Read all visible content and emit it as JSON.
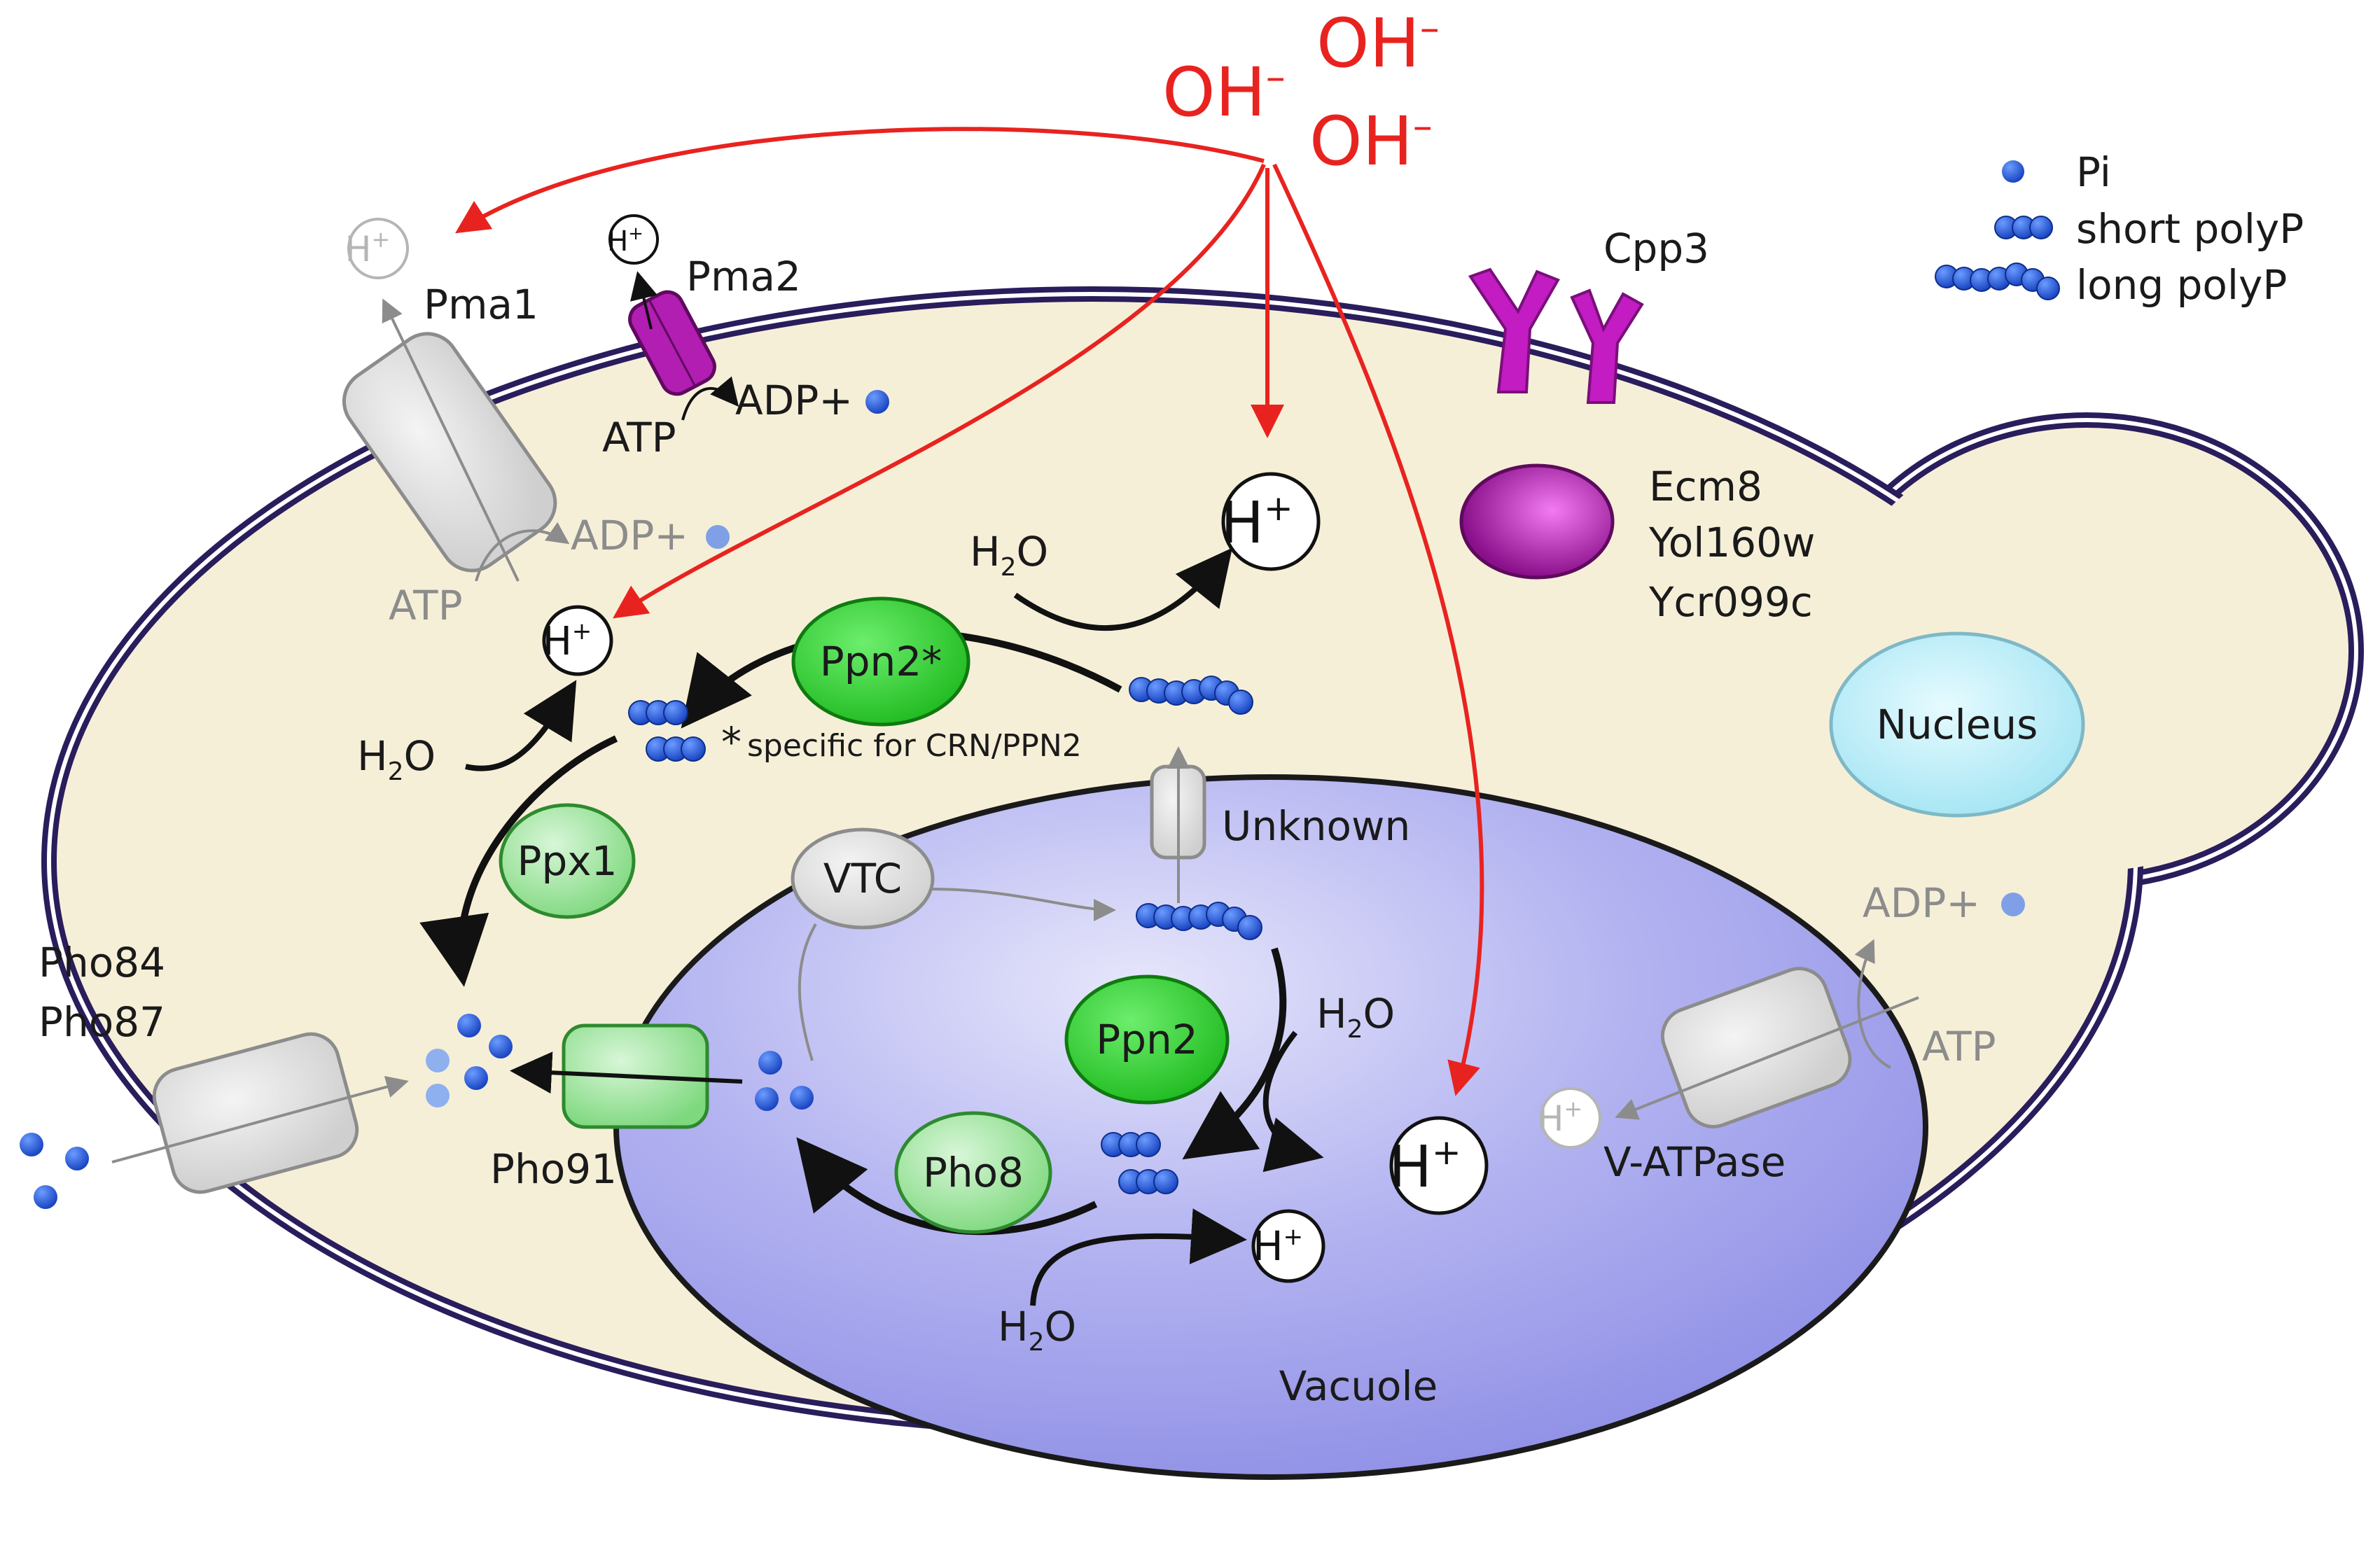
{
  "colors": {
    "cytoplasm": "#f6efd8",
    "membrane": "#2a1d5c",
    "vacuole": "#a9a9ee",
    "nucleus": "#c7f1f9",
    "enzyme_green": "#2fd52f",
    "enzyme_light_green": "#9fe39f",
    "magenta": "#c21cc2",
    "phosphate_blue": "#1a55d9",
    "red_arrow": "#e8231f"
  },
  "hydroxide": {
    "ion_1": "OH",
    "ion_2": "OH",
    "ion_3": "OH",
    "charge": "–"
  },
  "legend": {
    "pi": "Pi",
    "short_polyp": "short polyP",
    "long_polyp": "long polyP"
  },
  "proteins": {
    "pma1": "Pma1",
    "pma2": "Pma2",
    "cpp3": "Cpp3",
    "ecm8": "Ecm8",
    "yol160w": "Yol160w",
    "ycr099c": "Ycr099c",
    "nucleus": "Nucleus",
    "ppn2_star": "Ppn2*",
    "ppn2_note_star": "*",
    "ppn2_note": "specific for CRN/PPN2",
    "ppx1": "Ppx1",
    "vtc": "VTC",
    "unknown": "Unknown",
    "ppn2": "Ppn2",
    "pho8": "Pho8",
    "pho84": "Pho84",
    "pho87": "Pho87",
    "pho91": "Pho91",
    "v_atpase": "V-ATPase",
    "vacuole": "Vacuole"
  },
  "reaction": {
    "h": "H",
    "plus": "+",
    "h2o_h": "H",
    "h2o_2": "2",
    "h2o_o": "O",
    "atp": "ATP",
    "adp_plus": "ADP+"
  }
}
